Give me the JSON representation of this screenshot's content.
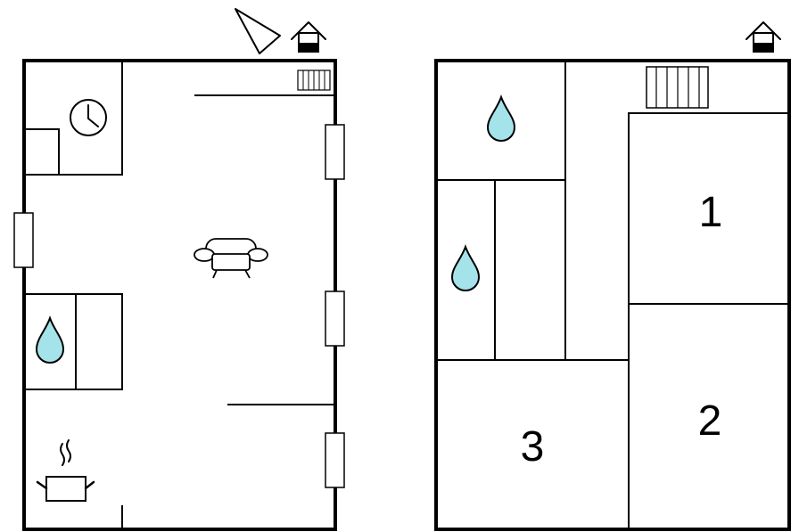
{
  "floors": [
    {
      "id": "ground-floor",
      "icons": [
        "compass-icon",
        "entrance-house-icon",
        "radiator-icon",
        "clock-icon",
        "sofa-icon",
        "water-drop-icon",
        "cooking-pot-icon"
      ]
    },
    {
      "id": "upper-floor",
      "icons": [
        "entrance-house-icon",
        "radiator-icon",
        "water-drop-icon",
        "water-drop-icon"
      ],
      "rooms": [
        {
          "label": "1"
        },
        {
          "label": "2"
        },
        {
          "label": "3"
        }
      ]
    }
  ],
  "colors": {
    "walls": "#000000",
    "background": "#ffffff",
    "water_drop": "#a5e3ea"
  }
}
